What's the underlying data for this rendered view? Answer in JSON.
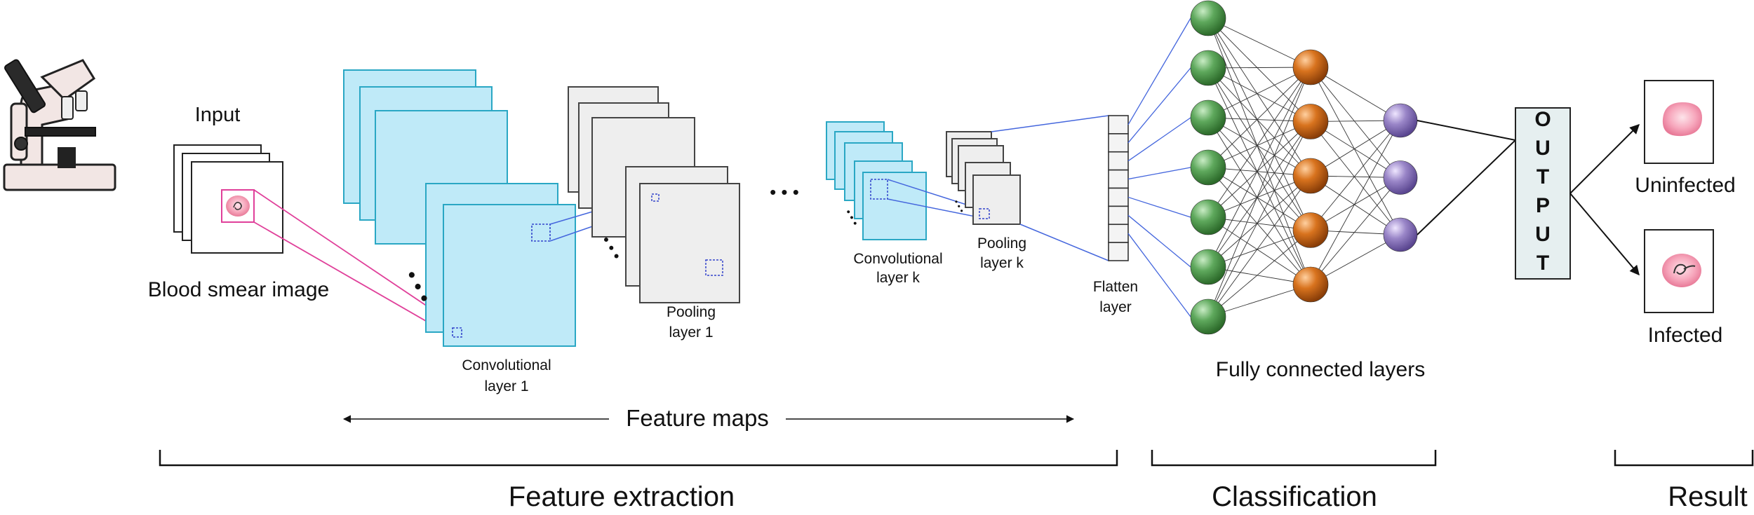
{
  "labels": {
    "input": "Input",
    "blood_smear": "Blood smear image",
    "conv1_line1": "Convolutional",
    "conv1_line2": "layer 1",
    "pool1_line1": "Pooling",
    "pool1_line2": "layer 1",
    "ellipsis": "• • •",
    "convk_line1": "Convolutional",
    "convk_line2": "layer k",
    "poolk_line1": "Pooling",
    "poolk_line2": "layer k",
    "flatten_line1": "Flatten",
    "flatten_line2": "layer",
    "fully_connected": "Fully connected layers",
    "output_letters": [
      "O",
      "U",
      "T",
      "P",
      "U",
      "T"
    ],
    "uninfected": "Uninfected",
    "infected": "Infected",
    "feature_maps": "Feature maps",
    "feature_extraction": "Feature extraction",
    "classification": "Classification",
    "result": "Result"
  },
  "network": {
    "layer1_nodes": 7,
    "layer2_nodes": 5,
    "layer3_nodes": 3,
    "flatten_cells": 8
  },
  "colors": {
    "conv_fill": "#bfeaf8",
    "conv_stroke": "#2aa7c4",
    "pool_fill": "#eeeeee",
    "pool_stroke": "#444444",
    "node_green": "#5ea85c",
    "node_orange": "#d8731e",
    "node_purple": "#9a86c8",
    "pink_line": "#e0409a",
    "blue_link": "#4466dd",
    "output_fill": "#e6eff0"
  }
}
